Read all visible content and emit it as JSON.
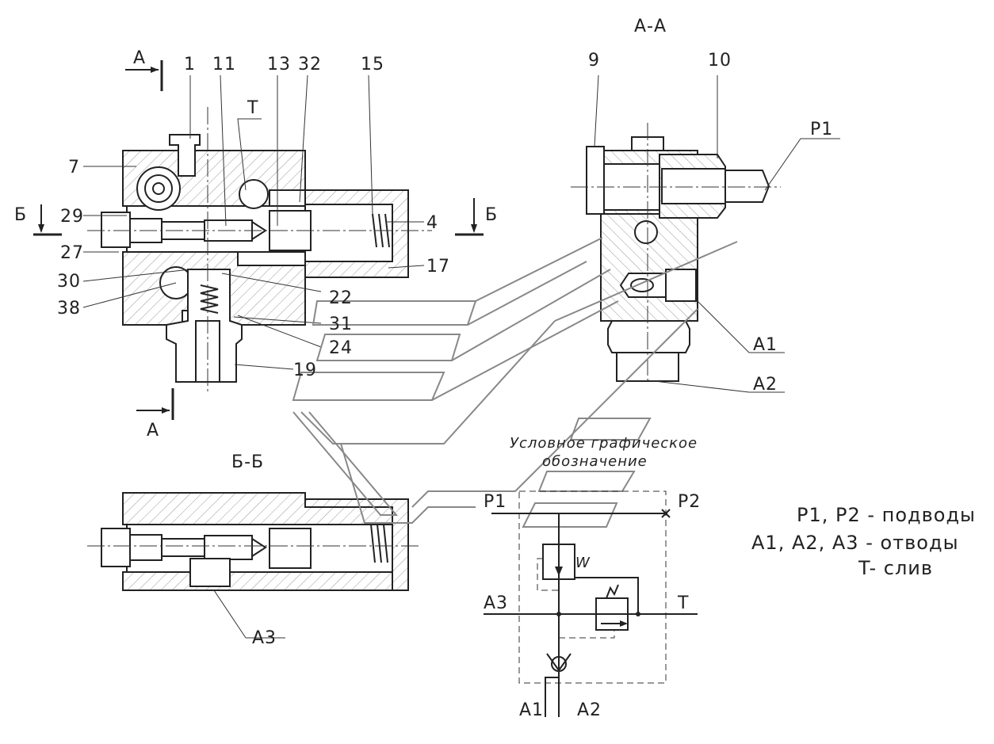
{
  "sections": {
    "view_a_a": "А-А",
    "view_b_b": "Б-Б",
    "cut_a_top": "А",
    "cut_a_bottom": "А",
    "cut_b_left": "Б",
    "cut_b_right": "Б"
  },
  "part_labels": {
    "p1": "1",
    "p11": "11",
    "p13": "13",
    "p32": "32",
    "p15": "15",
    "pT": "T",
    "p7": "7",
    "p29": "29",
    "p27": "27",
    "p30": "30",
    "p38": "38",
    "p4": "4",
    "p17": "17",
    "p22": "22",
    "p31": "31",
    "p24": "24",
    "p19": "19",
    "p9": "9",
    "p10": "10",
    "portP1": "P1",
    "portA1": "A1",
    "portA2": "A2",
    "portA3": "A3"
  },
  "schematic": {
    "caption_line1": "Условное графическое",
    "caption_line2": "обозначение",
    "P1": "P1",
    "P2": "P2",
    "A3": "A3",
    "T": "T",
    "A1": "A1",
    "A2": "A2",
    "W": "W"
  },
  "legend": {
    "line1": "P1, P2 - подводы",
    "line2": "A1, A2, A3 - отводы",
    "line3": "T- слив"
  }
}
